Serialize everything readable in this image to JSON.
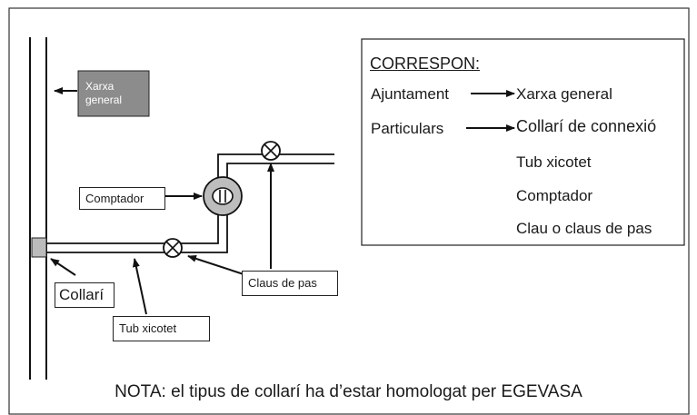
{
  "labels": {
    "xarxa_general": "Xarxa\ngeneral",
    "comptador": "Comptador",
    "collari": "Collarí",
    "claus_de_pas": "Claus de pas",
    "tub_xicotet": "Tub xicotet"
  },
  "legend": {
    "title": "CORRESPON:",
    "ajuntament": "Ajuntament",
    "ajuntament_item": "Xarxa general",
    "particulars": "Particulars",
    "particulars_items": [
      "Collarí de connexió",
      "Tub xicotet",
      "Comptador",
      "Clau o claus de pas"
    ]
  },
  "note": "NOTA: el tipus de collarí ha d’estar homologat per EGEVASA",
  "colors": {
    "frame": "#333333",
    "xarxa_box_fill": "#8c8c8c",
    "meter_fill": "#bdbdbd",
    "collar_fill": "#bbbbbb"
  }
}
